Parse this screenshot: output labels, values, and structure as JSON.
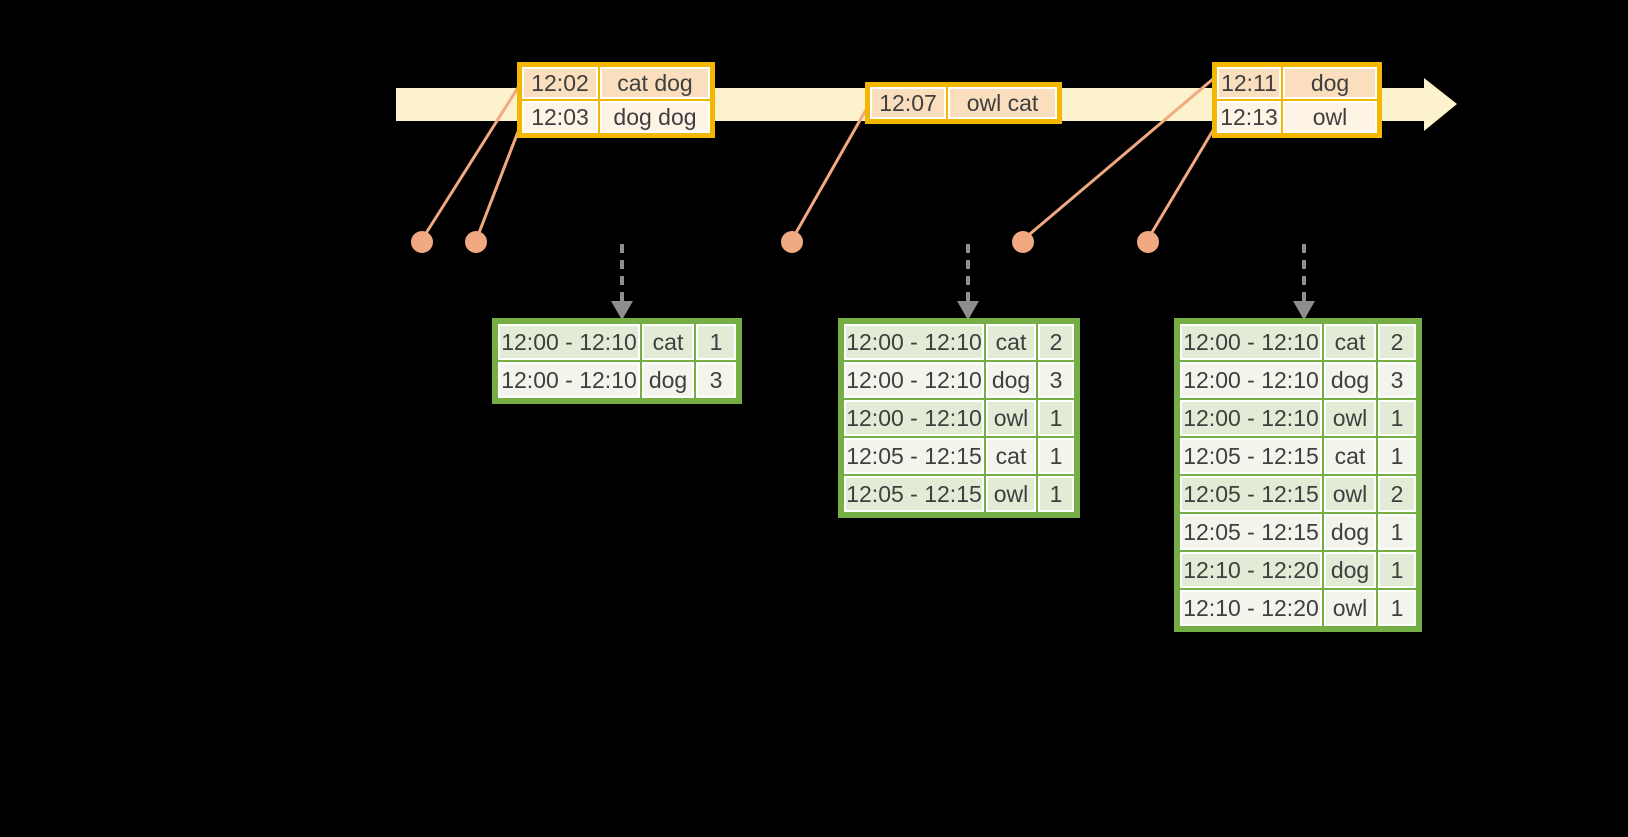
{
  "colors": {
    "background": "#000000",
    "timeline-band": "#FCF2CB",
    "event-border": "#F3B700",
    "event-row-a": "#FADEBD",
    "event-row-b": "#FDF4E6",
    "marker": "#F0A980",
    "arrow-gray": "#8E8E8E",
    "result-border": "#74AE45",
    "result-row-a": "#E1EBD5",
    "result-row-b": "#F1F5EB",
    "text": "#3F3F3F"
  },
  "event_tables": [
    {
      "rows": [
        [
          "12:02",
          "cat dog"
        ],
        [
          "12:03",
          "dog dog"
        ]
      ]
    },
    {
      "rows": [
        [
          "12:07",
          "owl cat"
        ]
      ]
    },
    {
      "rows": [
        [
          "12:11",
          "dog"
        ],
        [
          "12:13",
          "owl"
        ]
      ]
    }
  ],
  "result_tables": [
    {
      "rows": [
        [
          "12:00 - 12:10",
          "cat",
          "1"
        ],
        [
          "12:00 - 12:10",
          "dog",
          "3"
        ]
      ]
    },
    {
      "rows": [
        [
          "12:00 - 12:10",
          "cat",
          "2"
        ],
        [
          "12:00 - 12:10",
          "dog",
          "3"
        ],
        [
          "12:00 - 12:10",
          "owl",
          "1"
        ],
        [
          "12:05 - 12:15",
          "cat",
          "1"
        ],
        [
          "12:05 - 12:15",
          "owl",
          "1"
        ]
      ]
    },
    {
      "rows": [
        [
          "12:00 - 12:10",
          "cat",
          "2"
        ],
        [
          "12:00 - 12:10",
          "dog",
          "3"
        ],
        [
          "12:00 - 12:10",
          "owl",
          "1"
        ],
        [
          "12:05 - 12:15",
          "cat",
          "1"
        ],
        [
          "12:05 - 12:15",
          "owl",
          "2"
        ],
        [
          "12:05 - 12:15",
          "dog",
          "1"
        ],
        [
          "12:10 - 12:20",
          "dog",
          "1"
        ],
        [
          "12:10 - 12:20",
          "owl",
          "1"
        ]
      ]
    }
  ]
}
